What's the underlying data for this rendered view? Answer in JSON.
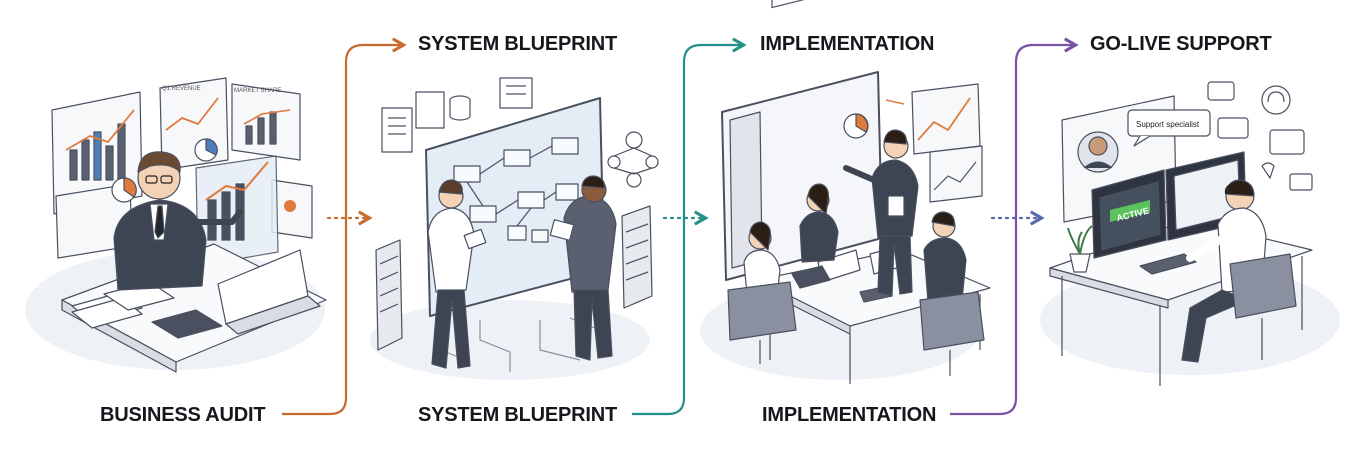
{
  "stages": [
    {
      "id": "business-audit",
      "bottom_label": "BUSINESS AUDIT"
    },
    {
      "id": "system-blueprint",
      "top_label": "SYSTEM BLUEPRINT",
      "bottom_label": "SYSTEM BLUEPRINT"
    },
    {
      "id": "implementation",
      "top_label": "IMPLEMENTATION",
      "bottom_label": "IMPLEMENTATION"
    },
    {
      "id": "go-live-support",
      "top_label": "GO-LIVE SUPPORT"
    }
  ],
  "scene_text": {
    "chart_caption_1": "Q1 REVENUE",
    "chart_caption_2": "MARKET SHARE",
    "bubble_text": "Support specialist",
    "screen_status": "ACTIVE"
  },
  "colors": {
    "arrow_1": "#c96a2e",
    "arrow_2": "#23918a",
    "arrow_3": "#5569a8",
    "arrow_4": "#7a52a3",
    "line": "#4a5060",
    "panel_fill": "#eef1f5",
    "accent_blue": "#4f7fb8",
    "accent_orange": "#e07b3c",
    "active_green": "#5cc25c"
  }
}
